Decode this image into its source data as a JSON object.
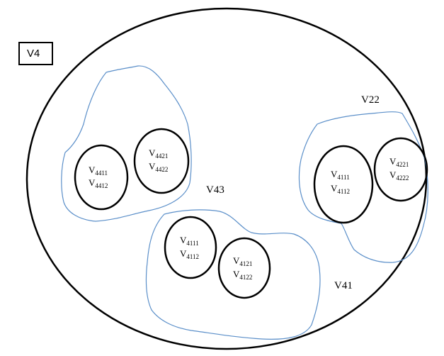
{
  "box_label": "V4",
  "region_labels": {
    "v22": "V22",
    "v43": "V43",
    "v41": "V41"
  },
  "ellipses": {
    "e4411": {
      "line1": {
        "base": "V",
        "sub": "4411"
      },
      "line2": {
        "base": "V",
        "sub": "4412"
      }
    },
    "e4421": {
      "line1": {
        "base": "V",
        "sub": "4421"
      },
      "line2": {
        "base": "V",
        "sub": "4422"
      }
    },
    "e4111a": {
      "line1": {
        "base": "V",
        "sub": "4111"
      },
      "line2": {
        "base": "V",
        "sub": "4112"
      }
    },
    "e4221": {
      "line1": {
        "base": "V",
        "sub": "4221"
      },
      "line2": {
        "base": "V",
        "sub": "4222"
      }
    },
    "e4111b": {
      "line1": {
        "base": "V",
        "sub": "4111"
      },
      "line2": {
        "base": "V",
        "sub": "4112"
      }
    },
    "e4121": {
      "line1": {
        "base": "V",
        "sub": "4121"
      },
      "line2": {
        "base": "V",
        "sub": "4122"
      }
    }
  },
  "colors": {
    "outline": "#000000",
    "region_stroke": "#5b8fc9"
  }
}
